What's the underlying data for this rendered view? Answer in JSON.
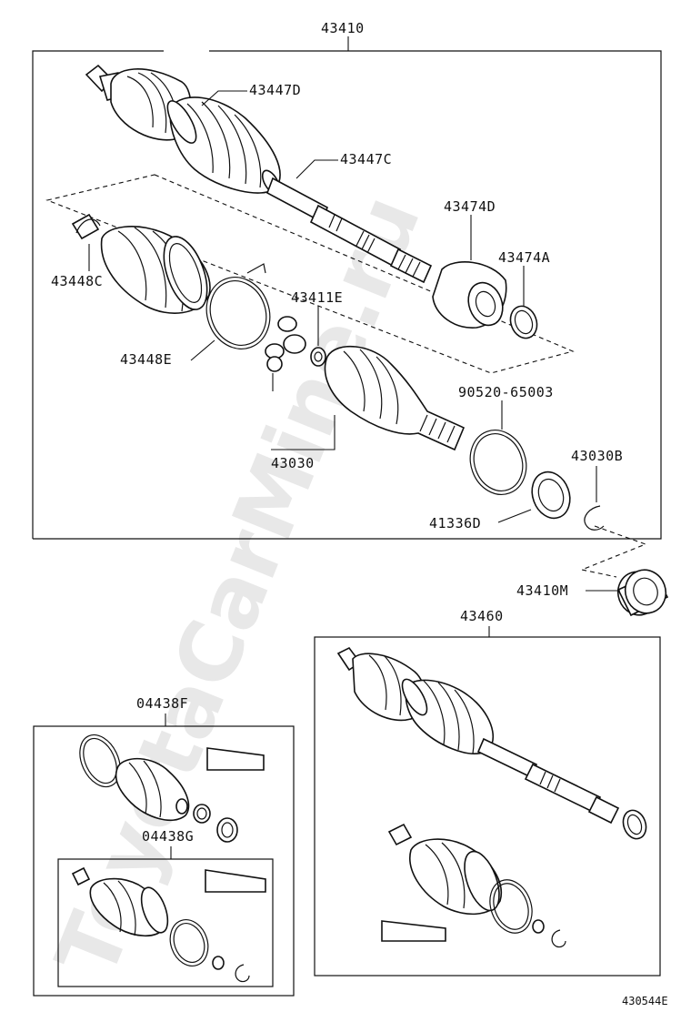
{
  "watermark": "ToyotaCarMine.ru",
  "diagram_code": "430544E",
  "labels": {
    "p43410": "43410",
    "p43447D": "43447D",
    "p43447C": "43447C",
    "p43474D": "43474D",
    "p43474A": "43474A",
    "p43448C": "43448C",
    "p43411E": "43411E",
    "p43448E": "43448E",
    "p90520": "90520-65003",
    "p43030": "43030",
    "p43030B": "43030B",
    "p41336D": "41336D",
    "p43410M": "43410M",
    "p43460": "43460",
    "p04438F": "04438F",
    "p04438G": "04438G"
  }
}
